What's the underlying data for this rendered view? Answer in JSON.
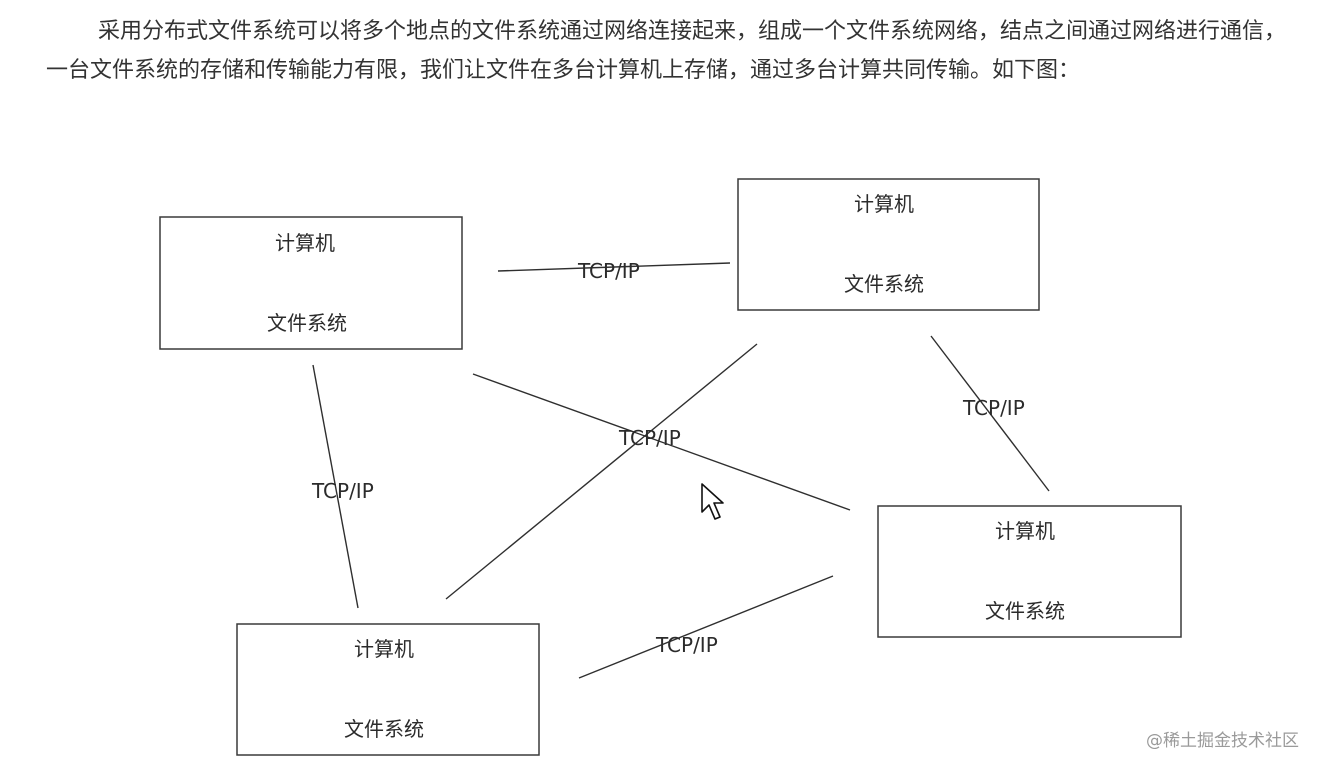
{
  "intro": {
    "text": "采用分布式文件系统可以将多个地点的文件系统通过网络连接起来，组成一个文件系统网络，结点之间通过网络进行通信，一台文件系统的存储和传输能力有限，我们让文件在多台计算机上存储，通过多台计算共同传输。如下图："
  },
  "diagram": {
    "nodes": [
      {
        "title": "计算机",
        "subtitle": "文件系统"
      },
      {
        "title": "计算机",
        "subtitle": "文件系统"
      },
      {
        "title": "计算机",
        "subtitle": "文件系统"
      },
      {
        "title": "计算机",
        "subtitle": "文件系统"
      }
    ],
    "edges": [
      {
        "label": "TCP/IP"
      },
      {
        "label": "TCP/IP"
      },
      {
        "label": "TCP/IP"
      },
      {
        "label": "TCP/IP"
      },
      {
        "label": "TCP/IP"
      }
    ]
  },
  "watermark": {
    "text": "@稀土掘金技术社区"
  }
}
